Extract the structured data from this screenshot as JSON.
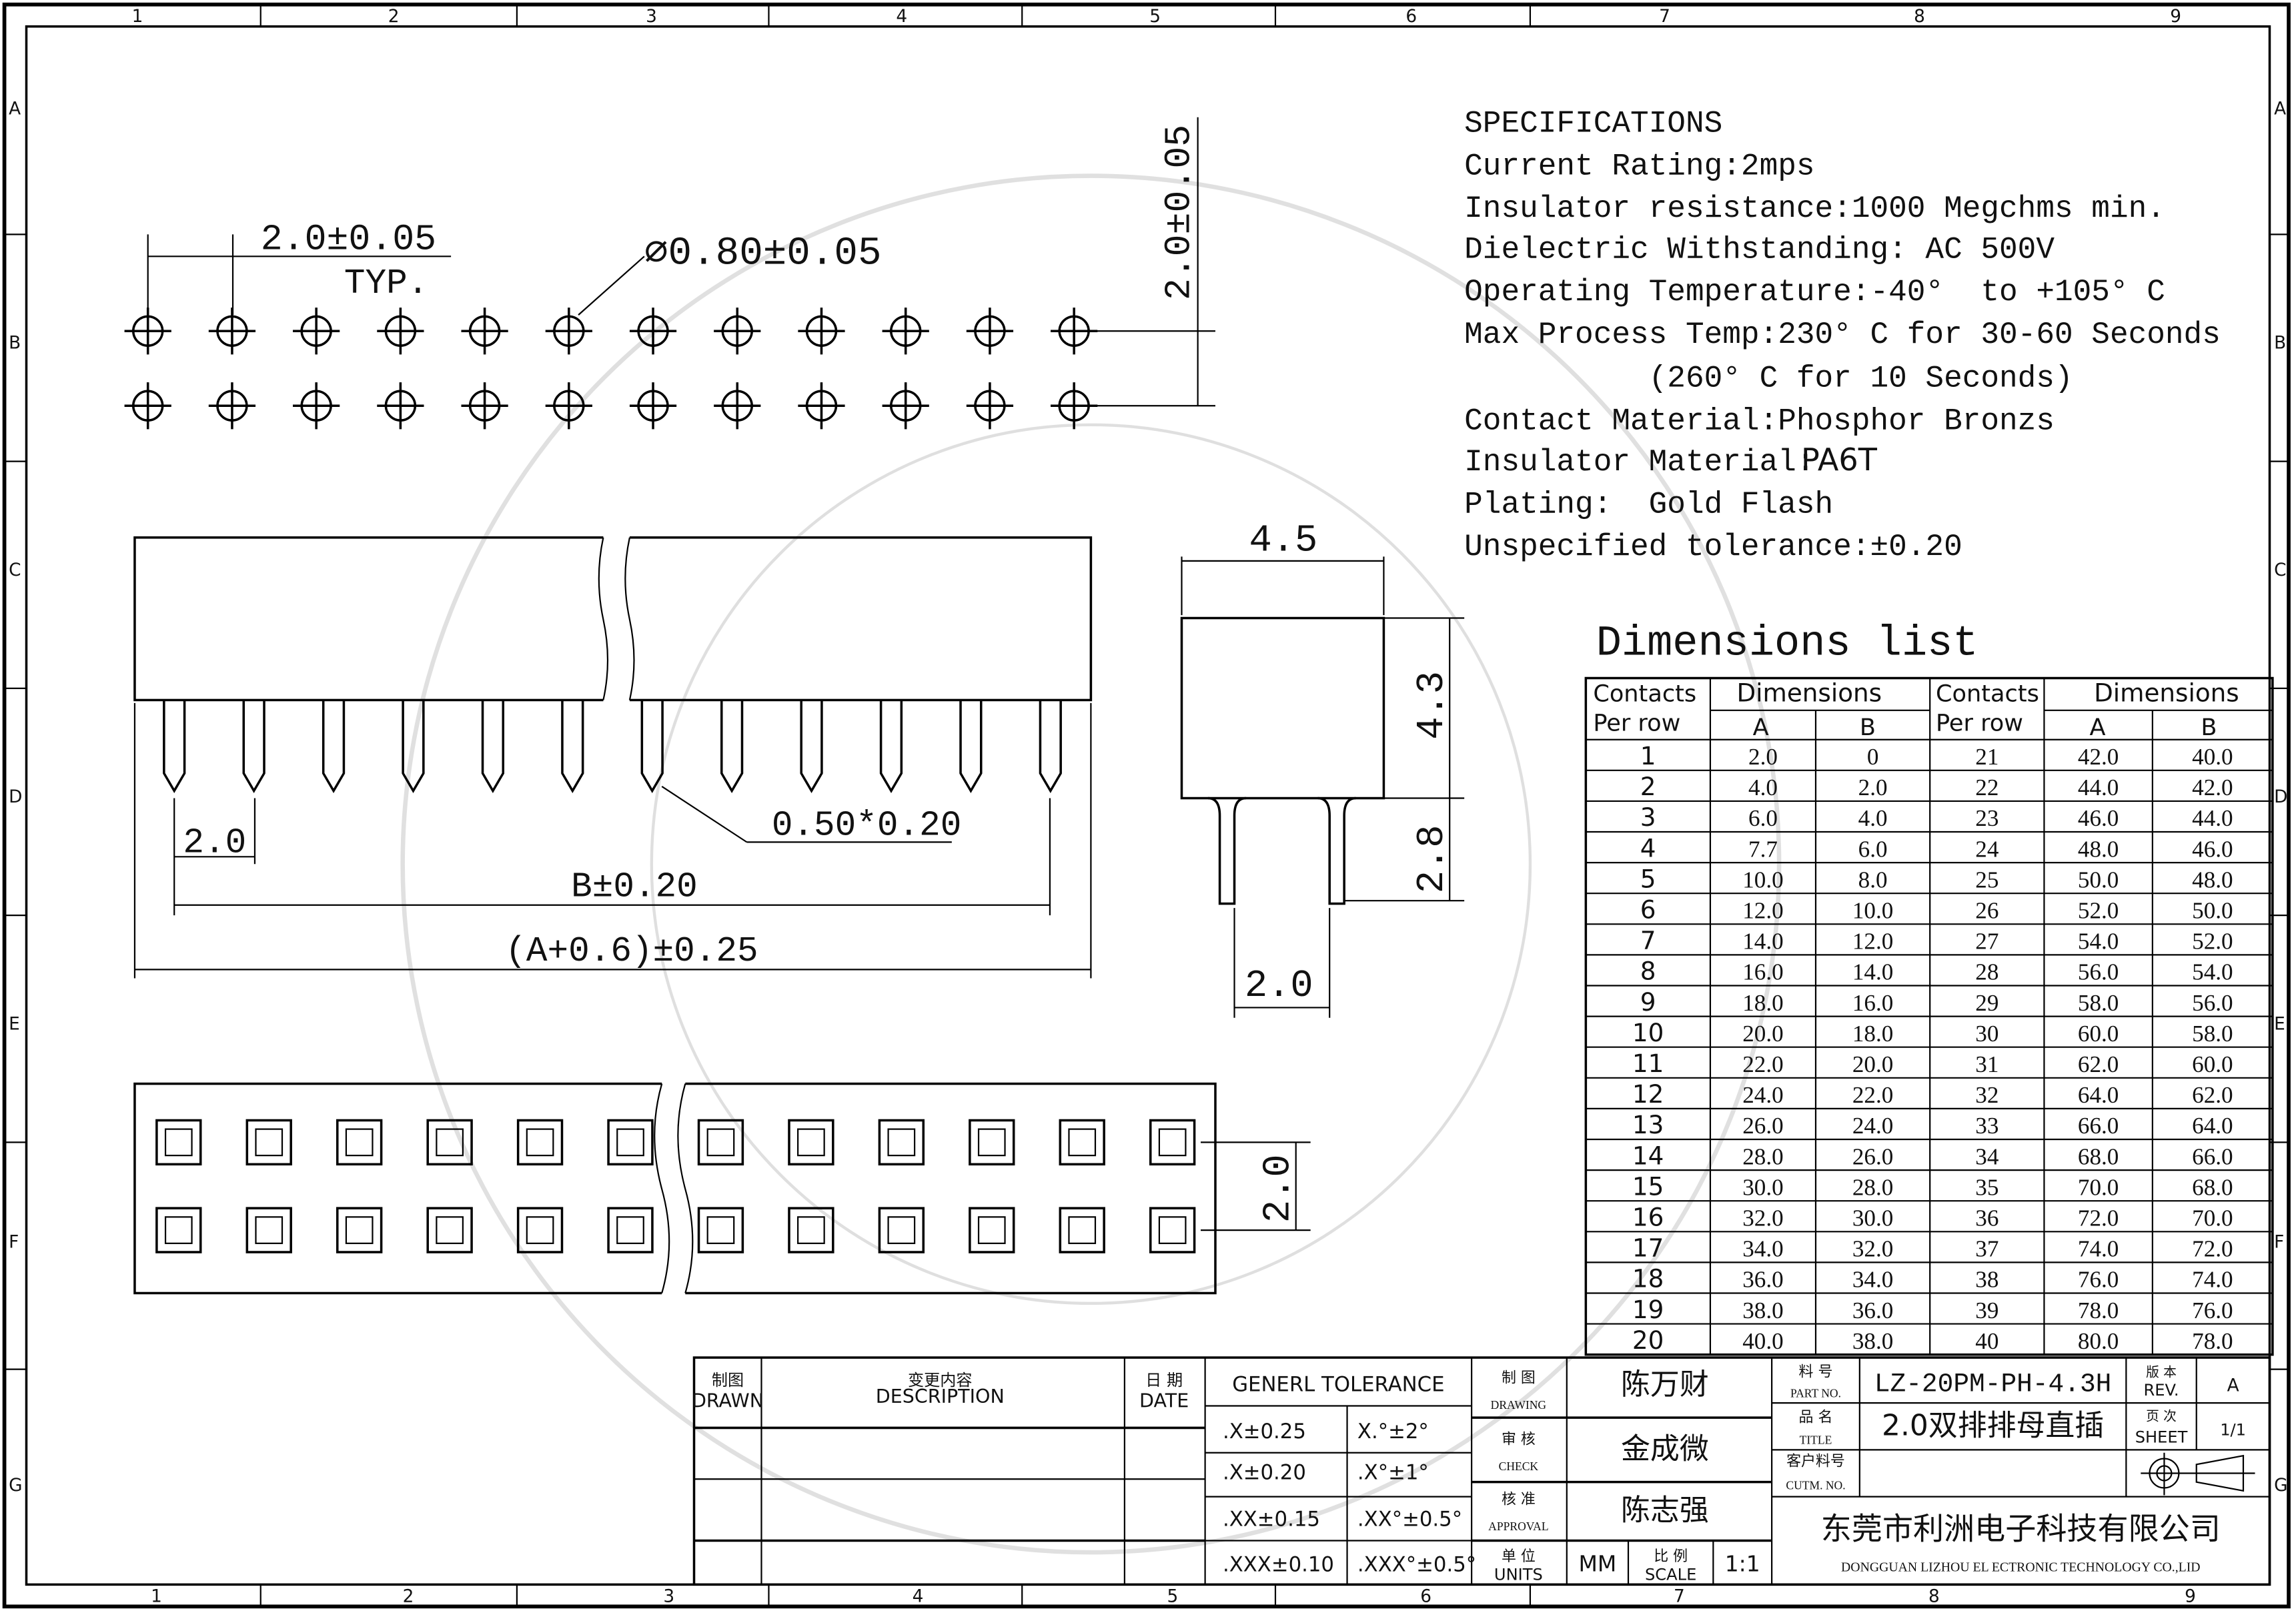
{
  "frame": {
    "columns_top": [
      "1",
      "2",
      "3",
      "4",
      "5",
      "6",
      "7",
      "8",
      "9"
    ],
    "columns_bottom": [
      "1",
      "2",
      "3",
      "4",
      "5",
      "6",
      "7",
      "8",
      "9"
    ],
    "rows": [
      "A",
      "B",
      "C",
      "D",
      "E",
      "F",
      "G"
    ]
  },
  "hole_pattern": {
    "pitch_label": "2.0±0.05",
    "typ_label": "TYP.",
    "hole_label": "∅0.80±0.05",
    "row_pitch_label": "2.0±0.05",
    "holes_per_row": 12
  },
  "front_view": {
    "pitch_label": "2.0",
    "pin_label": "0.50*0.20",
    "b_label": "B±0.20",
    "a_label": "(A+0.6)±0.25",
    "pins": 12
  },
  "side_view": {
    "width_label": "4.5",
    "height_label": "4.3",
    "pin_length_label": "2.8",
    "pin_pitch_label": "2.0"
  },
  "bottom_view": {
    "row_pitch_label": "2.0",
    "cells_per_row": 12
  },
  "specifications": {
    "title": "SPECIFICATIONS",
    "lines": [
      "Current Rating:2mps",
      "Insulator resistance:1000 Megchms min.",
      "Dielectric Withstanding: AC 500V",
      "Operating Temperature:-40°  to +105° C",
      "Max Process Temp:230° C for 30-60 Seconds",
      "          (260° C for 10 Seconds)",
      "Contact Material:Phosphor Bronzs",
      "Insulator Material:",
      "Plating:  Gold Flash",
      "Unspecified tolerance:±0.20"
    ],
    "insulator_value": "PA6T"
  },
  "dimensions_list": {
    "title": "Dimensions list",
    "headers": {
      "contacts": "Contacts",
      "per_row": "Per row",
      "dimensions": "Dimensions",
      "a": "A",
      "b": "B"
    },
    "rows": [
      [
        "1",
        "2.0",
        "0",
        "21",
        "42.0",
        "40.0"
      ],
      [
        "2",
        "4.0",
        "2.0",
        "22",
        "44.0",
        "42.0"
      ],
      [
        "3",
        "6.0",
        "4.0",
        "23",
        "46.0",
        "44.0"
      ],
      [
        "4",
        "7.7",
        "6.0",
        "24",
        "48.0",
        "46.0"
      ],
      [
        "5",
        "10.0",
        "8.0",
        "25",
        "50.0",
        "48.0"
      ],
      [
        "6",
        "12.0",
        "10.0",
        "26",
        "52.0",
        "50.0"
      ],
      [
        "7",
        "14.0",
        "12.0",
        "27",
        "54.0",
        "52.0"
      ],
      [
        "8",
        "16.0",
        "14.0",
        "28",
        "56.0",
        "54.0"
      ],
      [
        "9",
        "18.0",
        "16.0",
        "29",
        "58.0",
        "56.0"
      ],
      [
        "10",
        "20.0",
        "18.0",
        "30",
        "60.0",
        "58.0"
      ],
      [
        "11",
        "22.0",
        "20.0",
        "31",
        "62.0",
        "60.0"
      ],
      [
        "12",
        "24.0",
        "22.0",
        "32",
        "64.0",
        "62.0"
      ],
      [
        "13",
        "26.0",
        "24.0",
        "33",
        "66.0",
        "64.0"
      ],
      [
        "14",
        "28.0",
        "26.0",
        "34",
        "68.0",
        "66.0"
      ],
      [
        "15",
        "30.0",
        "28.0",
        "35",
        "70.0",
        "68.0"
      ],
      [
        "16",
        "32.0",
        "30.0",
        "36",
        "72.0",
        "70.0"
      ],
      [
        "17",
        "34.0",
        "32.0",
        "37",
        "74.0",
        "72.0"
      ],
      [
        "18",
        "36.0",
        "34.0",
        "38",
        "76.0",
        "74.0"
      ],
      [
        "19",
        "38.0",
        "36.0",
        "39",
        "78.0",
        "76.0"
      ],
      [
        "20",
        "40.0",
        "38.0",
        "40",
        "80.0",
        "78.0"
      ]
    ]
  },
  "title_block": {
    "drawn_cn": "制图",
    "drawn_en": "DRAWN",
    "desc_cn": "变更内容",
    "desc_en": "DESCRIPTION",
    "date_cn": "日 期",
    "date_en": "DATE",
    "tolerance_title": "GENERL  TOLERANCE",
    "tolerances": [
      [
        ".X±0.25",
        "X.°±2°"
      ],
      [
        ".X±0.20",
        ".X°±1°"
      ],
      [
        ".XX±0.15",
        ".XX°±0.5°"
      ],
      [
        ".XXX±0.10",
        ".XXX°±0.5°"
      ]
    ],
    "drawing_cn": "制 图",
    "drawing_en": "DRAWING",
    "drawing_name": "陈万财",
    "check_cn": "审 核",
    "check_en": "CHECK",
    "check_name": "金成微",
    "approval_cn": "核 准",
    "approval_en": "APPROVAL",
    "approval_name": "陈志强",
    "units_cn": "单 位",
    "units_en": "UNITS",
    "units_value": "MM",
    "scale_cn": "比 例",
    "scale_en": "SCALE",
    "scale_value": "1:1",
    "part_no_cn": "料 号",
    "part_no_en": "PART NO.",
    "part_no": "LZ-20PM-PH-4.3H",
    "title_cn": "品 名",
    "title_en": "TITLE",
    "title": "2.0双排排母直插",
    "rev_cn": "版 本",
    "rev_en": "REV.",
    "rev": "A",
    "sheet_cn": "页 次",
    "sheet_en": "SHEET",
    "sheet": "1/1",
    "cust_cn": "客户料号",
    "cust_en": "CUTM. NO.",
    "company_cn": "东莞市利洲电子科技有限公司",
    "company_en": "DONGGUAN LIZHOU EL ECTRONIC TECHNOLOGY CO.,LID"
  }
}
